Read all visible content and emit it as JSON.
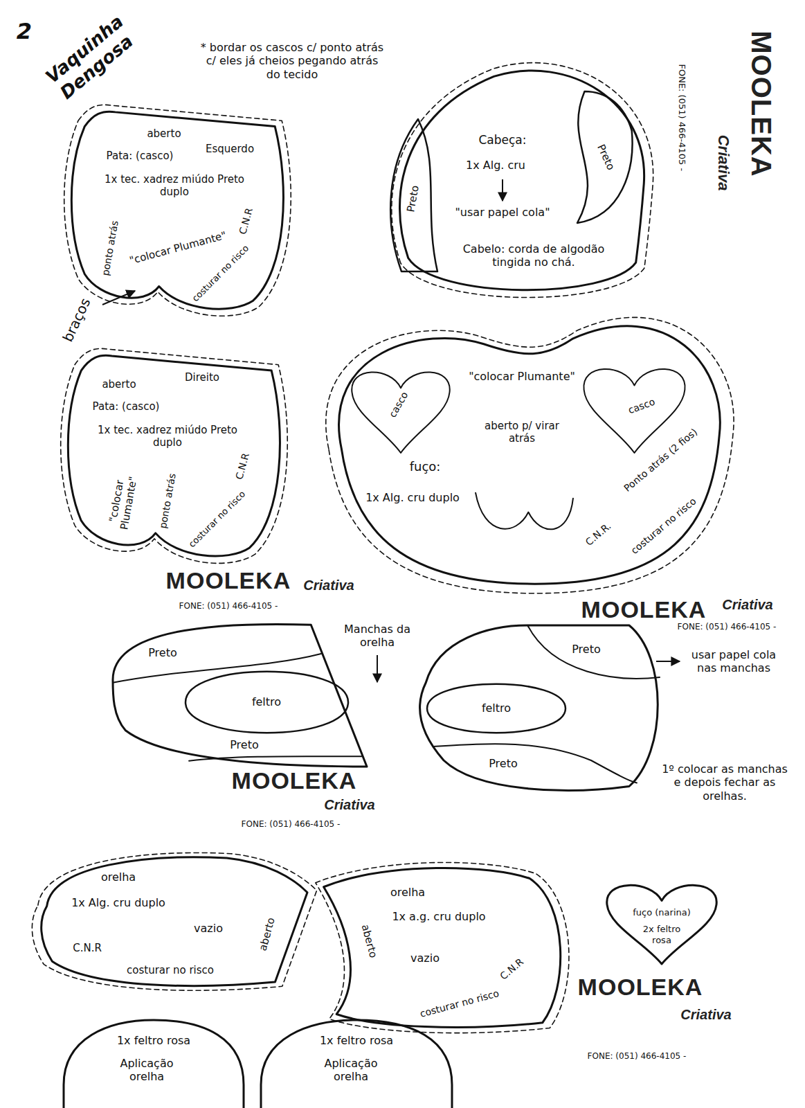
{
  "diagram": {
    "title": "Vaquinha Dengosa",
    "nodes": [
      {
        "text": [
          "aberto",
          "Pata: (casco)",
          "Esquerdo",
          "1x tec. xadrez miúdo Preto duplo",
          "ponto atrás",
          "\"colocar Plumante\"",
          "C.N.R",
          "costurar no risco"
        ]
      },
      {
        "text": [
          "Cabeça:",
          "1x Alg. cru",
          "\"usar papel cola\"",
          "Cabelo: corda de algodão tingida no chá."
        ]
      },
      {
        "text": [
          "Preto"
        ],
        "in": 1
      },
      {
        "text": [
          "Preto"
        ],
        "in": 1
      },
      {
        "text": [
          "aberto",
          "Direito",
          "Pata: (casco)",
          "1x tec. xadrez miúdo Preto duplo",
          "ponto atrás",
          "\"colocar Plumante\"",
          "C.N.R",
          "costurar no risco"
        ]
      },
      {
        "text": [
          "\"colocar Plumante\"",
          "aberto p/ virar atrás",
          "fuço:",
          "1x Alg. cru duplo",
          "Ponto atrás (2 fios)",
          "C.N.R.",
          "costurar no risco"
        ]
      },
      {
        "text": [
          "casco"
        ],
        "in": 5
      },
      {
        "text": [
          "casco"
        ],
        "in": 5
      },
      {
        "text": [
          "Preto",
          "Preto"
        ]
      },
      {
        "text": [
          "feltro"
        ],
        "in": 8
      },
      {
        "text": [
          "Preto",
          "Preto"
        ]
      },
      {
        "text": [
          "feltro"
        ],
        "in": 10
      },
      {
        "text": [
          "orelha",
          "1x Alg. cru duplo",
          "vazio",
          "C.N.R",
          "costurar no risco",
          "aberto"
        ]
      },
      {
        "text": [
          "aberto",
          "orelha",
          "1x a.g. cru duplo",
          "vazio",
          "C.N.R",
          "costurar no risco"
        ]
      },
      {
        "text": [
          "fuço (narina)",
          "2x feltro rosa"
        ]
      },
      {
        "text": [
          "1x feltro rosa",
          "Aplicação orelha"
        ]
      },
      {
        "text": [
          "1x feltro rosa",
          "Aplicação orelha"
        ]
      }
    ],
    "labels": [
      "2",
      "* bordar os cascos c/ ponto atrás c/ eles já cheios pegando atrás do tecido",
      "MOOLEKA",
      "Criativa",
      "FONE: (051) 466-4105 -",
      "braços",
      "MOOLEKA",
      "Criativa",
      "FONE: (051) 466-4105 -",
      "MOOLEKA",
      "Criativa",
      "FONE: (051) 466-4105 -",
      "Manchas da orelha",
      "usar papel cola nas manchas",
      "1º colocar as manchas e depois fechar as orelhas.",
      "MOOLEKA",
      "Criativa",
      "FONE: (051) 466-4105 -",
      "MOOLEKA",
      "Criativa",
      "FONE: (051) 466-4105 -"
    ]
  }
}
